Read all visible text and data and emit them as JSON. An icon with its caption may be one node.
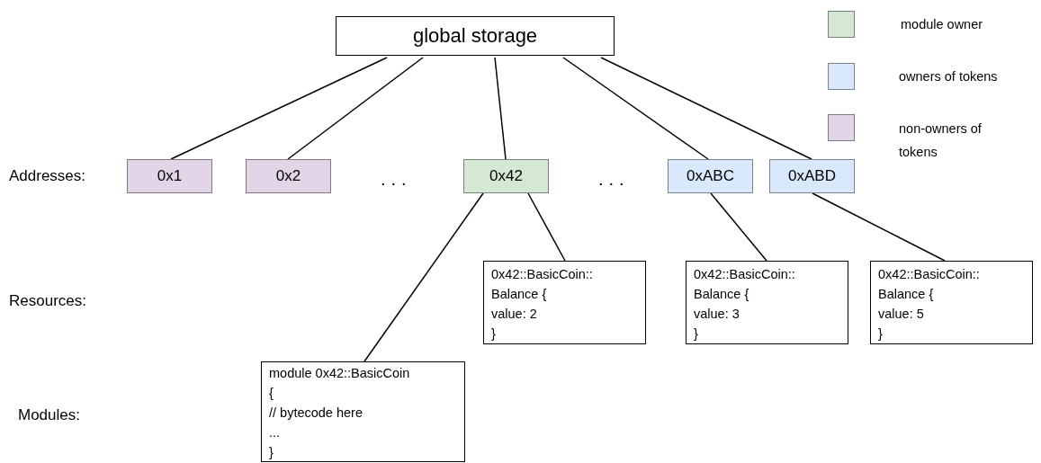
{
  "diagram": {
    "nodes": [
      {
        "text": [
          "global storage"
        ]
      },
      {
        "text": [
          "0x1"
        ]
      },
      {
        "text": [
          "0x2"
        ]
      },
      {
        "text": [
          "0x42"
        ]
      },
      {
        "text": [
          "0xABC"
        ]
      },
      {
        "text": [
          "0xABD"
        ]
      },
      {
        "text": [
          "0x42::BasicCoin::",
          "Balance {",
          "value: 2",
          "}"
        ]
      },
      {
        "text": [
          "0x42::BasicCoin::",
          "Balance {",
          "value: 3",
          "}"
        ]
      },
      {
        "text": [
          "0x42::BasicCoin::",
          "Balance {",
          "value: 5",
          "}"
        ]
      },
      {
        "text": [
          "module 0x42::BasicCoin",
          "{",
          "// bytecode here",
          "...",
          "}"
        ]
      }
    ],
    "edges": [
      {
        "from": 0,
        "to": 1,
        "arrow": "none"
      },
      {
        "from": 0,
        "to": 2,
        "arrow": "none"
      },
      {
        "from": 0,
        "to": 3,
        "arrow": "none"
      },
      {
        "from": 0,
        "to": 4,
        "arrow": "none"
      },
      {
        "from": 0,
        "to": 5,
        "arrow": "none"
      },
      {
        "from": 3,
        "to": 9,
        "arrow": "none"
      },
      {
        "from": 3,
        "to": 6,
        "arrow": "none"
      },
      {
        "from": 4,
        "to": 7,
        "arrow": "none"
      },
      {
        "from": 5,
        "to": 8,
        "arrow": "none"
      }
    ],
    "labels": [
      "Addresses:",
      "...",
      "...",
      "Resources:",
      "Modules:"
    ],
    "legend": [
      {
        "text": "module owner",
        "color": "#d5e8d4"
      },
      {
        "text": "owners of tokens",
        "color": "#dae8fc"
      },
      {
        "text": "non-owners of tokens",
        "color": "#e1d5e7"
      }
    ]
  }
}
